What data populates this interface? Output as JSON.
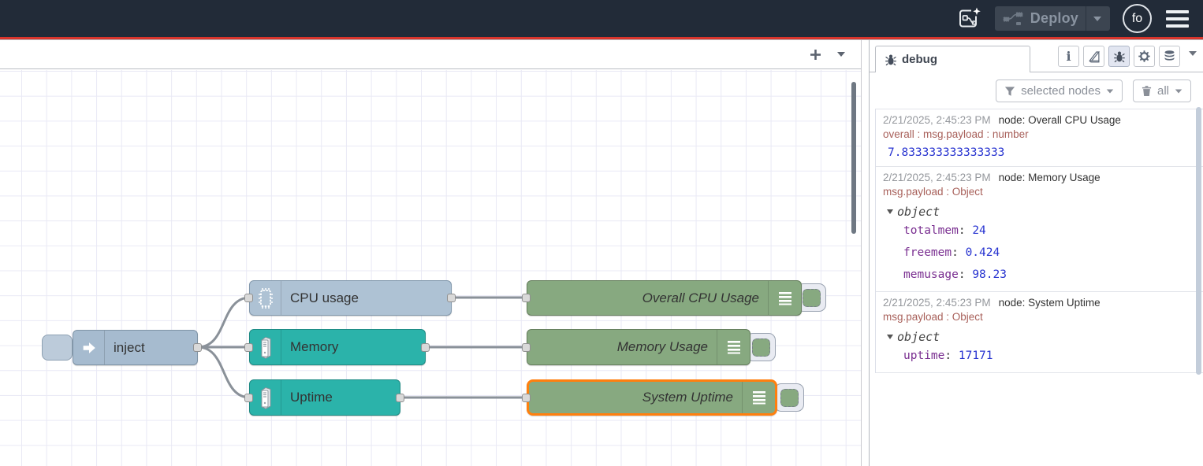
{
  "header": {
    "deploy_label": "Deploy",
    "avatar_text": "fo"
  },
  "canvas": {
    "nodes": {
      "inject": {
        "label": "inject"
      },
      "cpu": {
        "label": "CPU usage"
      },
      "memory": {
        "label": "Memory"
      },
      "uptime": {
        "label": "Uptime"
      },
      "debug_cpu": {
        "label": "Overall CPU Usage"
      },
      "debug_mem": {
        "label": "Memory Usage"
      },
      "debug_uptime": {
        "label": "System Uptime"
      }
    }
  },
  "sidebar": {
    "tab_label": "debug",
    "filter_label": "selected nodes",
    "clear_label": "all",
    "messages": [
      {
        "timestamp": "2/21/2025, 2:45:23 PM",
        "node": "node: Overall CPU Usage",
        "meta": "overall : msg.payload : number",
        "value": "7.833333333333333"
      },
      {
        "timestamp": "2/21/2025, 2:45:23 PM",
        "node": "node: Memory Usage",
        "meta": "msg.payload : Object",
        "object_label": "object",
        "fields": [
          {
            "key": "totalmem",
            "value": "24"
          },
          {
            "key": "freemem",
            "value": "0.424"
          },
          {
            "key": "memusage",
            "value": "98.23"
          }
        ]
      },
      {
        "timestamp": "2/21/2025, 2:45:23 PM",
        "node": "node: System Uptime",
        "meta": "msg.payload : Object",
        "object_label": "object",
        "fields": [
          {
            "key": "uptime",
            "value": "17171"
          }
        ]
      }
    ]
  },
  "colors": {
    "header_bg": "#222b38",
    "header_accent_line": "#d9352c",
    "inject_node": "#a6bbcf",
    "os_node_teal": "#2bb3aa",
    "debug_node_green": "#87a980",
    "selected_border": "#ff7f0e",
    "debug_key": "#792e90",
    "debug_number": "#2733d0",
    "debug_meta": "#a8605a"
  }
}
